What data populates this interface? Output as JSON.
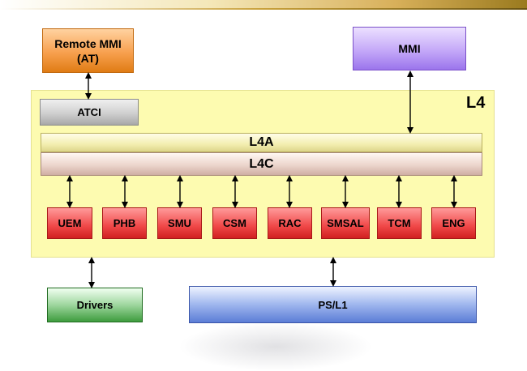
{
  "diagram": {
    "top_nodes": {
      "remote_mmi": "Remote MMI\n(AT)",
      "mmi": "MMI"
    },
    "l4": {
      "label": "L4",
      "atci": "ATCI",
      "l4a": "L4A",
      "l4c": "L4C",
      "modules": [
        "UEM",
        "PHB",
        "SMU",
        "CSM",
        "RAC",
        "SMSAL",
        "TCM",
        "ENG"
      ]
    },
    "bottom_nodes": {
      "drivers": "Drivers",
      "ps_l1": "PS/L1"
    }
  },
  "colors": {
    "l4_frame": "#fdfbb0",
    "remote_mmi": "#f7a04e",
    "mmi": "#c4a8f8",
    "atci": "#cfcfcf",
    "l4a": "#f3eeb0",
    "l4c": "#ecd5cc",
    "module": "#f04848",
    "drivers": "#3e9c3e",
    "ps_l1": "#5b7dd6",
    "accent_bar": "#c9a13a"
  }
}
